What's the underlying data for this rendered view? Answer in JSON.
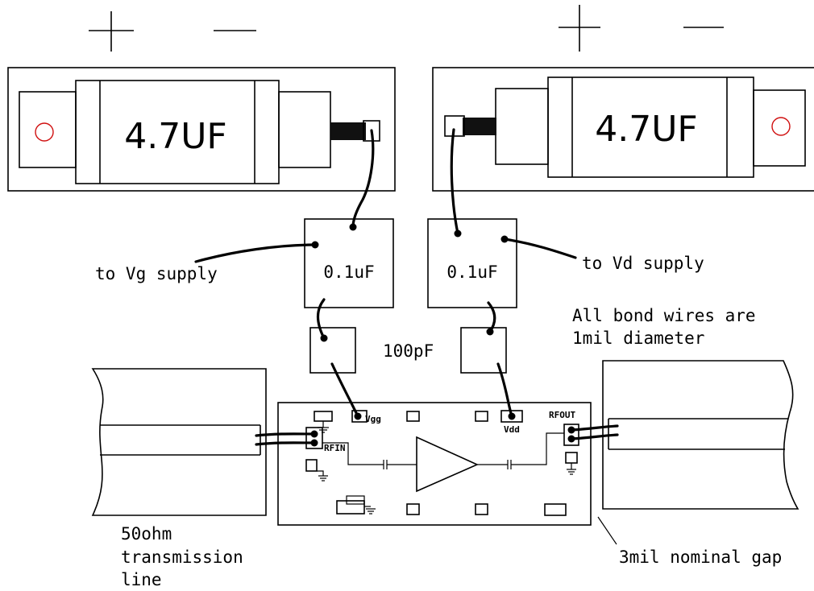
{
  "polarity": {
    "plus": "+",
    "minus": "—"
  },
  "capacitors": {
    "left_large": "4.7UF",
    "right_large": "4.7UF",
    "left_bypass": "0.1uF",
    "right_bypass": "0.1uF",
    "small": "100pF"
  },
  "pads": {
    "vgg": "Vgg",
    "vdd": "Vdd",
    "rfin": "RFIN",
    "rfout": "RFOUT"
  },
  "labels": {
    "vg_supply": "to  Vg  supply",
    "vd_supply": "to  Vd  supply",
    "bond_note_line1": "All  bond  wires  are",
    "bond_note_line2": "1mil  diameter",
    "tline_line1": "50ohm",
    "tline_line2": "transmission",
    "tline_line3": "line",
    "gap": "3mil  nominal  gap"
  },
  "colors": {
    "ink": "#000000",
    "mount_hole": "#d01010"
  }
}
